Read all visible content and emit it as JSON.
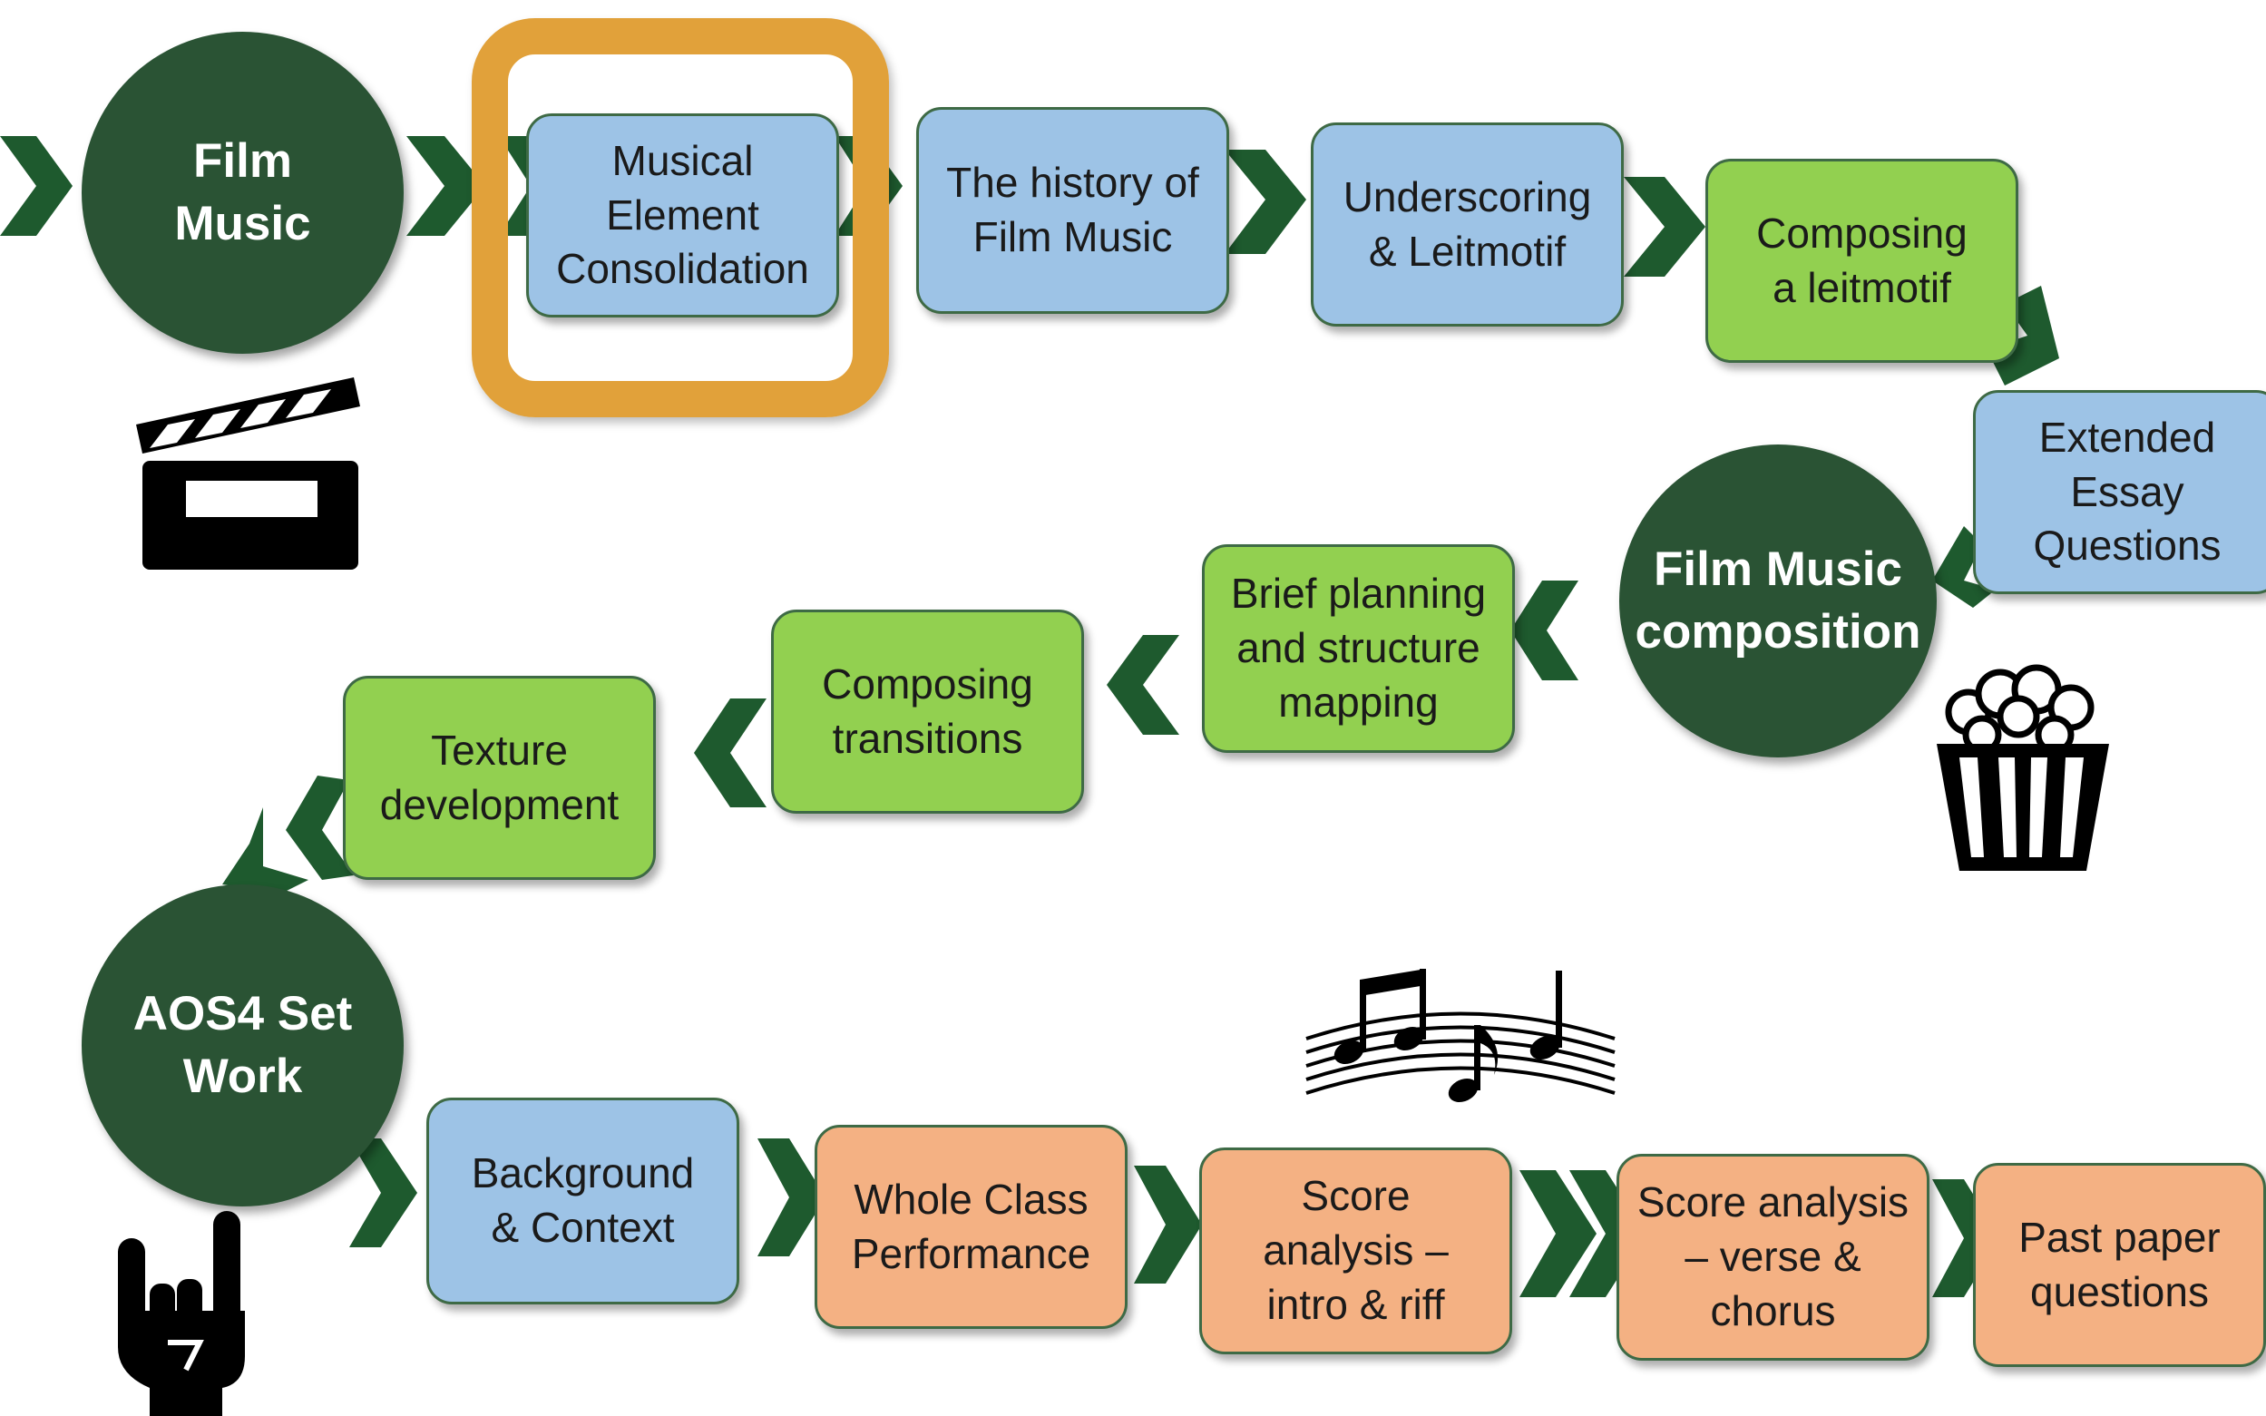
{
  "circles": {
    "film_music": "Film\nMusic",
    "film_music_composition": "Film Music\ncomposition",
    "aos4_set_work": "AOS4 Set\nWork"
  },
  "steps": {
    "musical_element_consolidation": "Musical\nElement\nConsolidation",
    "history_of_film_music": "The history of\nFilm Music",
    "underscoring_leitmotif": "Underscoring\n& Leitmotif",
    "composing_leitmotif": "Composing\na leitmotif",
    "extended_essay_questions": "Extended\nEssay\nQuestions",
    "brief_planning": "Brief planning\nand structure\nmapping",
    "composing_transitions": "Composing\ntransitions",
    "texture_development": "Texture\ndevelopment",
    "background_context": "Background\n& Context",
    "whole_class_performance": "Whole Class\nPerformance",
    "score_analysis_intro_riff": "Score\nanalysis –\nintro & riff",
    "score_analysis_verse_chorus": "Score analysis\n– verse &\nchorus",
    "past_paper_questions": "Past paper\nquestions"
  },
  "colors": {
    "dark_green": "#2a5334",
    "arrow_green": "#1e5a2e",
    "blue_step": "#9dc3e6",
    "green_step": "#92d050",
    "orange_step": "#f4b183",
    "highlight": "#e1a13a"
  },
  "icons": [
    "clapperboard-icon",
    "popcorn-icon",
    "music-notes-icon",
    "rock-hand-icon"
  ]
}
